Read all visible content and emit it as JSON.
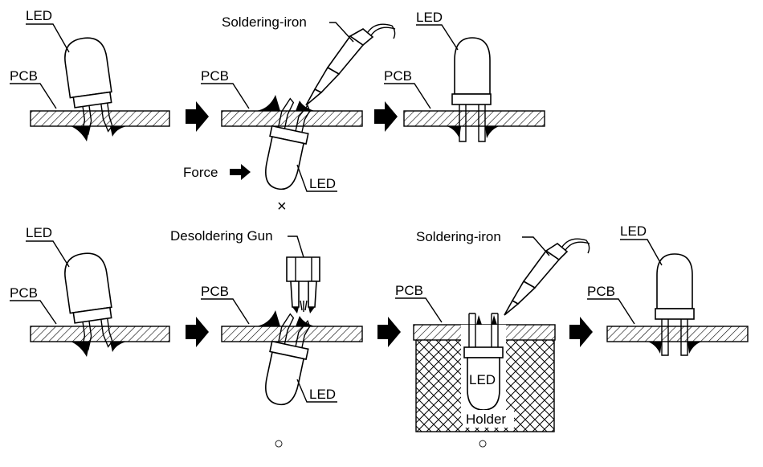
{
  "labels": {
    "led": "LED",
    "pcb": "PCB",
    "soldering_iron": "Soldering-iron",
    "force": "Force",
    "desoldering_gun": "Desoldering Gun",
    "holder": "Holder"
  },
  "marks": {
    "ng": "×",
    "ok": "○"
  }
}
